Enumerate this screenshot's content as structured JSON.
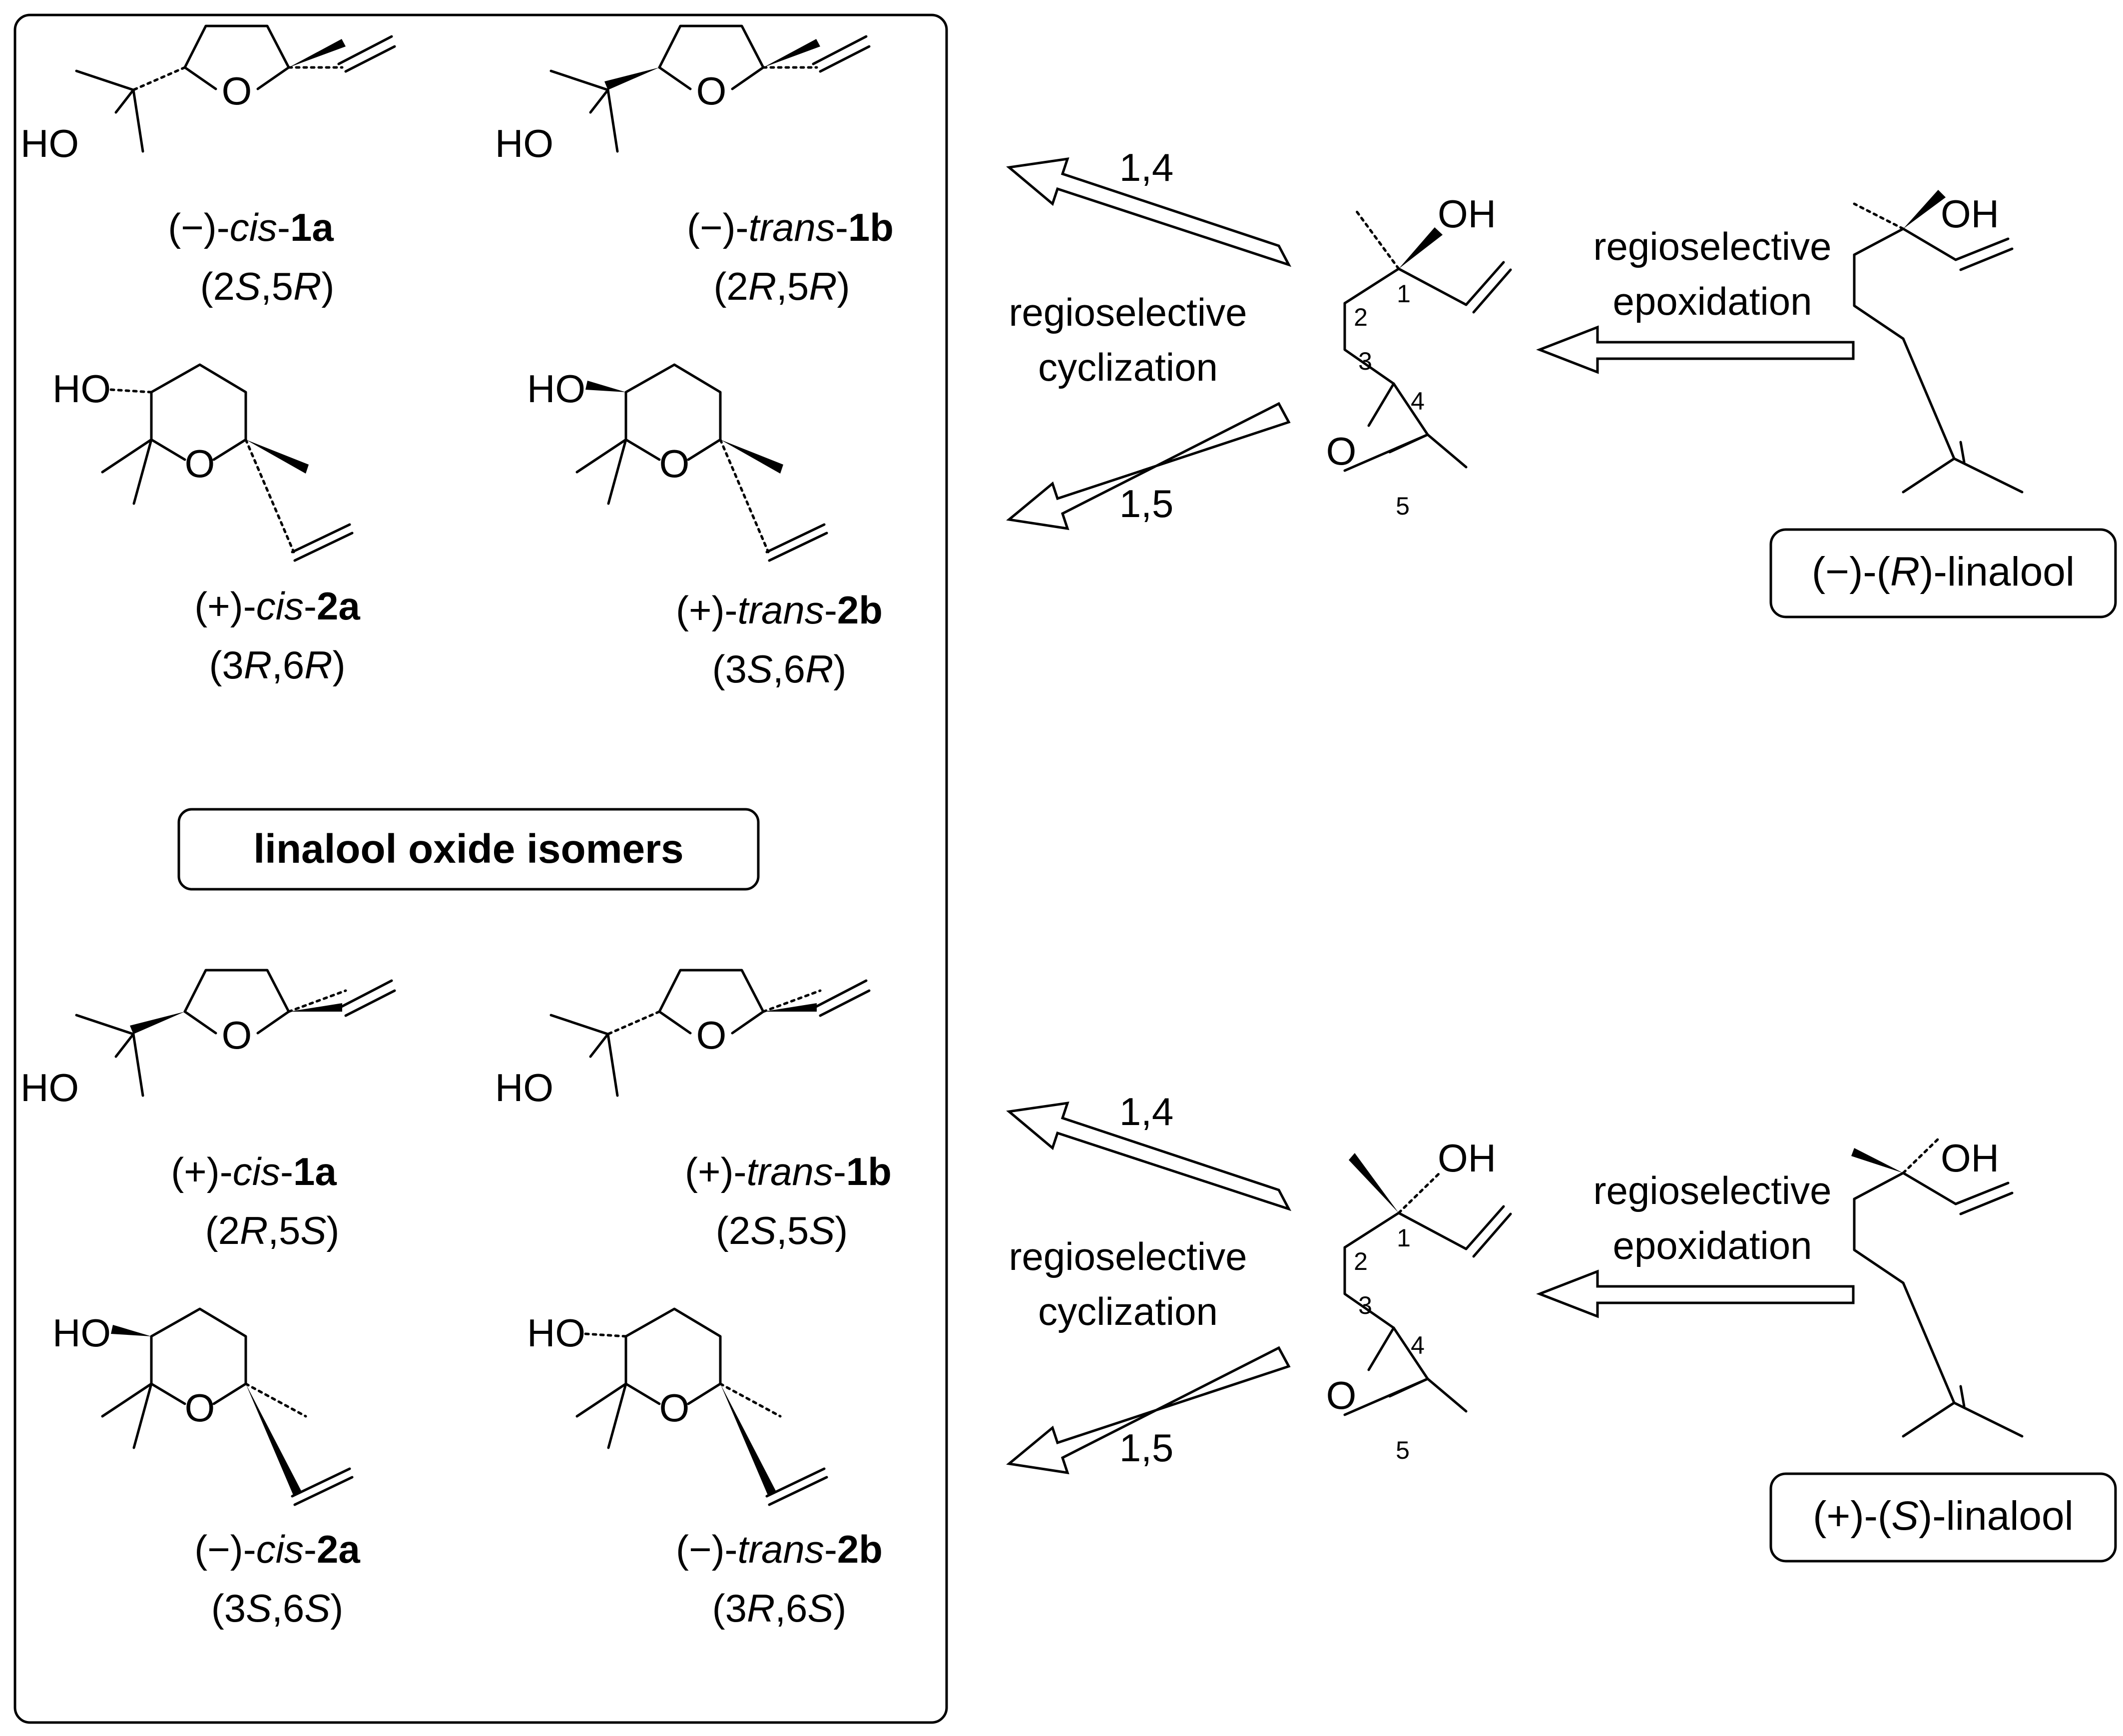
{
  "figure": {
    "isomer_box_title": "linalool oxide isomers",
    "atoms": {
      "hydroxyl_left": "HO",
      "hydroxyl_right": "OH",
      "oxygen": "O"
    },
    "compounds": {
      "r_cis_1a": {
        "sign": "(−)-",
        "form": "cis",
        "sep": "-",
        "code": "1a",
        "config_a": "2",
        "desc_a": "S",
        "config_b": ",5",
        "desc_b": "R"
      },
      "r_trans_1b": {
        "sign": "(−)-",
        "form": "trans",
        "sep": "-",
        "code": "1b",
        "config_a": "2",
        "desc_a": "R",
        "config_b": ",5",
        "desc_b": "R"
      },
      "r_cis_2a": {
        "sign": "(+)-",
        "form": "cis",
        "sep": "-",
        "code": "2a",
        "config_a": "3",
        "desc_a": "R",
        "config_b": ",6",
        "desc_b": "R"
      },
      "r_trans_2b": {
        "sign": "(+)-",
        "form": "trans",
        "sep": "-",
        "code": "2b",
        "config_a": "3",
        "desc_a": "S",
        "config_b": ",6",
        "desc_b": "R"
      },
      "s_cis_1a": {
        "sign": "(+)-",
        "form": "cis",
        "sep": "-",
        "code": "1a",
        "config_a": "2",
        "desc_a": "R",
        "config_b": ",5",
        "desc_b": "S"
      },
      "s_trans_1b": {
        "sign": "(+)-",
        "form": "trans",
        "sep": "-",
        "code": "1b",
        "config_a": "2",
        "desc_a": "S",
        "config_b": ",5",
        "desc_b": "S"
      },
      "s_cis_2a": {
        "sign": "(−)-",
        "form": "cis",
        "sep": "-",
        "code": "2a",
        "config_a": "3",
        "desc_a": "S",
        "config_b": ",6",
        "desc_b": "S"
      },
      "s_trans_2b": {
        "sign": "(−)-",
        "form": "trans",
        "sep": "-",
        "code": "2b",
        "config_a": "3",
        "desc_a": "R",
        "config_b": ",6",
        "desc_b": "S"
      }
    },
    "starting_materials": {
      "r_linalool": {
        "prefix": "(−)-(",
        "desc": "R",
        "suffix": ")-linalool"
      },
      "s_linalool": {
        "prefix": "(+)-(",
        "desc": "S",
        "suffix": ")-linalool"
      }
    },
    "reactions": {
      "epoxidation": {
        "line1": "regioselective",
        "line2": "epoxidation"
      },
      "cyclization": {
        "line1": "regioselective",
        "line2": "cyclization"
      },
      "path_1_4": "1,4",
      "path_1_5": "1,5"
    },
    "carbon_numbers": [
      "1",
      "2",
      "3",
      "4",
      "5"
    ]
  }
}
